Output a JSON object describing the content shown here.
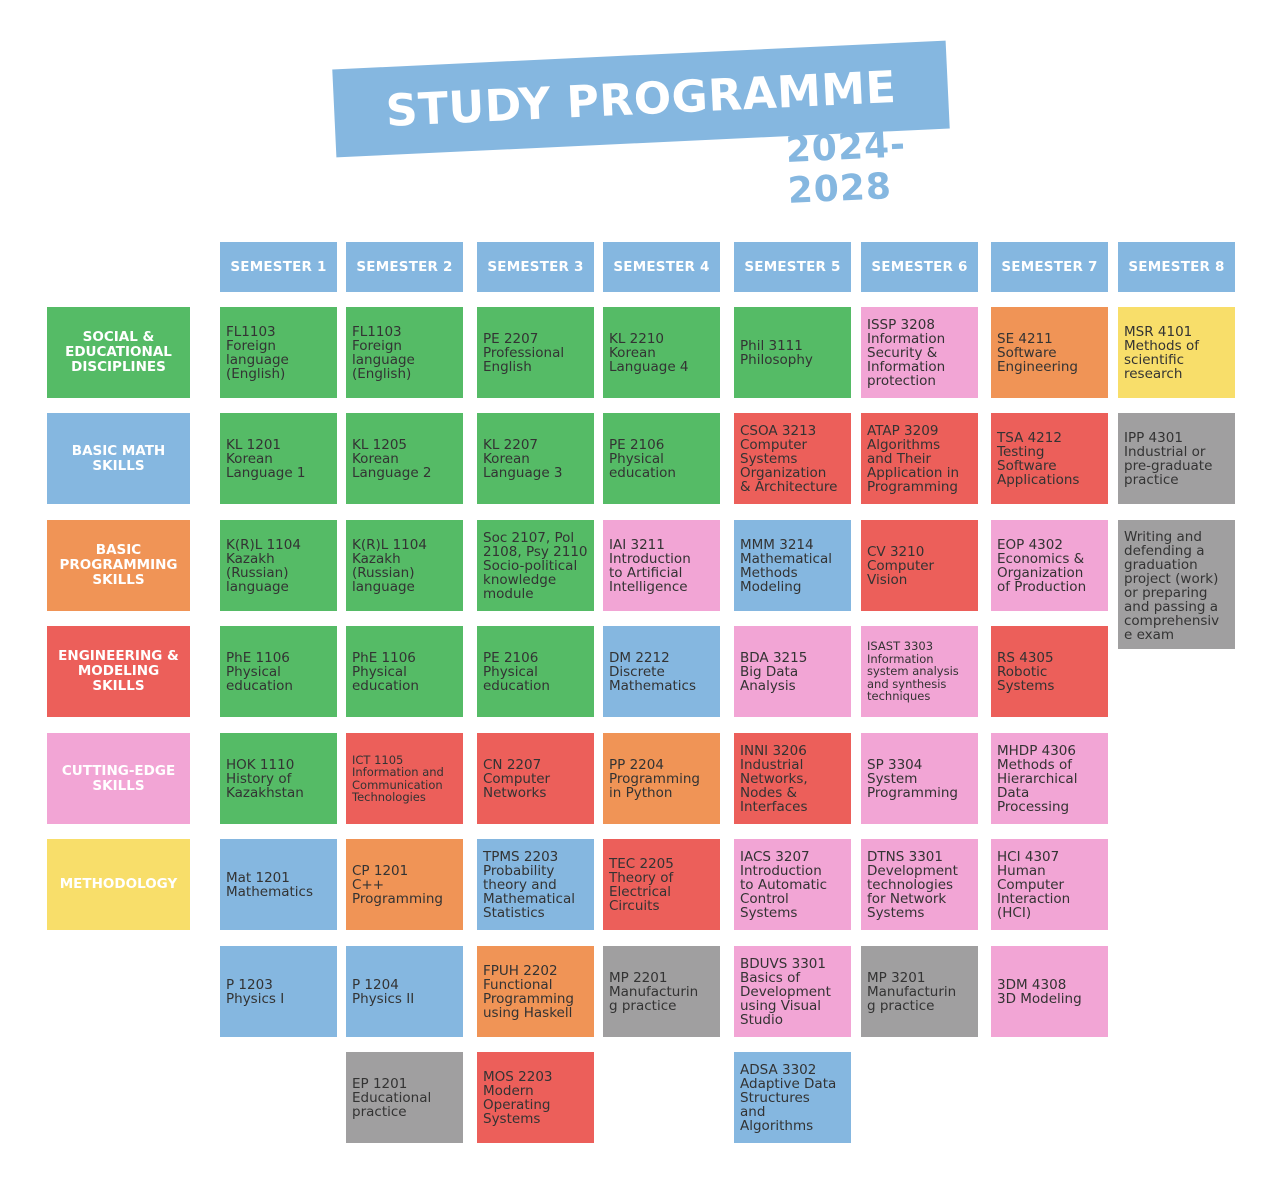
{
  "header": {
    "title": "STUDY PROGRAMME",
    "years": "2024-2028",
    "banner_color": "#85b7e0"
  },
  "colors": {
    "green": "#55bb66",
    "blue": "#85b7e0",
    "orange": "#f09456",
    "red": "#ec5f5a",
    "pink": "#f2a5d5",
    "yellow": "#f8de6a",
    "gray": "#a09fa0"
  },
  "semesters": [
    "SEMESTER 1",
    "SEMESTER 2",
    "SEMESTER 3",
    "SEMESTER 4",
    "SEMESTER 5",
    "SEMESTER 6",
    "SEMESTER 7",
    "SEMESTER 8"
  ],
  "categories": [
    {
      "label": "SOCIAL & EDUCATIONAL DISCIPLINES",
      "color": "green"
    },
    {
      "label": "BASIC MATH SKILLS",
      "color": "blue"
    },
    {
      "label": "BASIC PROGRAMMING SKILLS",
      "color": "orange"
    },
    {
      "label": "ENGINEERING & MODELING SKILLS",
      "color": "red"
    },
    {
      "label": "CUTTING-EDGE SKILLS",
      "color": "pink"
    },
    {
      "label": "METHODOLOGY",
      "color": "yellow"
    }
  ],
  "courses": [
    {
      "semester": 1,
      "row": 1,
      "text": "FL1103\nForeign\nlanguage\n(English)",
      "color": "green"
    },
    {
      "semester": 1,
      "row": 2,
      "text": "KL 1201\nKorean\nLanguage 1",
      "color": "green"
    },
    {
      "semester": 1,
      "row": 3,
      "text": "K(R)L 1104\nKazakh\n(Russian)\nlanguage",
      "color": "green"
    },
    {
      "semester": 1,
      "row": 4,
      "text": "PhE 1106\nPhysical\neducation",
      "color": "green"
    },
    {
      "semester": 1,
      "row": 5,
      "text": "HOK 1110\nHistory of\nKazakhstan",
      "color": "green"
    },
    {
      "semester": 1,
      "row": 6,
      "text": "Mat 1201\nMathematics",
      "color": "blue"
    },
    {
      "semester": 1,
      "row": 7,
      "text": "P 1203\nPhysics I",
      "color": "blue"
    },
    {
      "semester": 2,
      "row": 1,
      "text": "FL1103\nForeign\nlanguage\n(English)",
      "color": "green"
    },
    {
      "semester": 2,
      "row": 2,
      "text": "KL 1205\nKorean\nLanguage 2",
      "color": "green"
    },
    {
      "semester": 2,
      "row": 3,
      "text": "K(R)L 1104\nKazakh\n(Russian)\nlanguage",
      "color": "green"
    },
    {
      "semester": 2,
      "row": 4,
      "text": "PhE 1106\nPhysical\neducation",
      "color": "green"
    },
    {
      "semester": 2,
      "row": 5,
      "text": "ICT 1105\nInformation and\nCommunication\nTechnologies",
      "color": "red",
      "small": true
    },
    {
      "semester": 2,
      "row": 6,
      "text": "CP 1201\nC++\nProgramming",
      "color": "orange"
    },
    {
      "semester": 2,
      "row": 7,
      "text": "P 1204\nPhysics II",
      "color": "blue"
    },
    {
      "semester": 2,
      "row": 8,
      "text": "EP 1201\nEducational\npractice",
      "color": "gray"
    },
    {
      "semester": 3,
      "row": 1,
      "text": "PE 2207\nProfessional\nEnglish",
      "color": "green"
    },
    {
      "semester": 3,
      "row": 2,
      "text": "KL 2207\nKorean\nLanguage 3",
      "color": "green"
    },
    {
      "semester": 3,
      "row": 3,
      "text": "Soc 2107, Pol\n2108, Psy 2110\nSocio-political\nknowledge\nmodule",
      "color": "green"
    },
    {
      "semester": 3,
      "row": 4,
      "text": "PE 2106\nPhysical\neducation",
      "color": "green"
    },
    {
      "semester": 3,
      "row": 5,
      "text": "CN 2207\nComputer\nNetworks",
      "color": "red"
    },
    {
      "semester": 3,
      "row": 6,
      "text": "TPMS 2203\nProbability\ntheory and\nMathematical\nStatistics",
      "color": "blue"
    },
    {
      "semester": 3,
      "row": 7,
      "text": "FPUH 2202\nFunctional\nProgramming\nusing Haskell",
      "color": "orange"
    },
    {
      "semester": 3,
      "row": 8,
      "text": "MOS 2203\nModern\nOperating\nSystems",
      "color": "red"
    },
    {
      "semester": 4,
      "row": 1,
      "text": "KL 2210\nKorean\nLanguage 4",
      "color": "green"
    },
    {
      "semester": 4,
      "row": 2,
      "text": "PE 2106\nPhysical\neducation",
      "color": "green"
    },
    {
      "semester": 4,
      "row": 3,
      "text": "IAI 3211\nIntroduction\nto Artificial\nIntelligence",
      "color": "pink"
    },
    {
      "semester": 4,
      "row": 4,
      "text": "DM 2212\nDiscrete\nMathematics",
      "color": "blue"
    },
    {
      "semester": 4,
      "row": 5,
      "text": "PP 2204\nProgramming\nin Python",
      "color": "orange"
    },
    {
      "semester": 4,
      "row": 6,
      "text": "TEC 2205\nTheory of\nElectrical\nCircuits",
      "color": "red"
    },
    {
      "semester": 4,
      "row": 7,
      "text": "MP 2201\nManufacturin\ng practice",
      "color": "gray"
    },
    {
      "semester": 5,
      "row": 1,
      "text": "Phil 3111\nPhilosophy",
      "color": "green"
    },
    {
      "semester": 5,
      "row": 2,
      "text": "CSOA 3213\nComputer\nSystems\nOrganization\n& Architecture",
      "color": "red"
    },
    {
      "semester": 5,
      "row": 3,
      "text": "MMM 3214\nMathematical\nMethods\nModeling",
      "color": "blue"
    },
    {
      "semester": 5,
      "row": 4,
      "text": "BDA 3215\nBig Data\nAnalysis",
      "color": "pink"
    },
    {
      "semester": 5,
      "row": 5,
      "text": "INNI 3206\nIndustrial\nNetworks,\nNodes &\nInterfaces",
      "color": "red"
    },
    {
      "semester": 5,
      "row": 6,
      "text": "IACS 3207\nIntroduction\nto Automatic\nControl\nSystems",
      "color": "pink"
    },
    {
      "semester": 5,
      "row": 7,
      "text": "BDUVS 3301\nBasics of\nDevelopment\nusing Visual\nStudio",
      "color": "pink"
    },
    {
      "semester": 5,
      "row": 8,
      "text": "ADSA 3302\nAdaptive Data\nStructures\nand\nAlgorithms",
      "color": "blue"
    },
    {
      "semester": 6,
      "row": 1,
      "text": "ISSP 3208\nInformation\nSecurity &\nInformation\nprotection",
      "color": "pink"
    },
    {
      "semester": 6,
      "row": 2,
      "text": "ATAP 3209\nAlgorithms\nand Their\nApplication in\nProgramming",
      "color": "red"
    },
    {
      "semester": 6,
      "row": 3,
      "text": "CV 3210\nComputer\nVision",
      "color": "red"
    },
    {
      "semester": 6,
      "row": 4,
      "text": "ISAST 3303\nInformation\nsystem analysis\nand synthesis\ntechniques",
      "color": "pink",
      "small": true
    },
    {
      "semester": 6,
      "row": 5,
      "text": "SP 3304\nSystem\nProgramming",
      "color": "pink"
    },
    {
      "semester": 6,
      "row": 6,
      "text": "DTNS 3301\nDevelopment\ntechnologies\nfor Network\nSystems",
      "color": "pink"
    },
    {
      "semester": 6,
      "row": 7,
      "text": "MP 3201\nManufacturin\ng practice",
      "color": "gray"
    },
    {
      "semester": 7,
      "row": 1,
      "text": "SE 4211\nSoftware\nEngineering",
      "color": "orange"
    },
    {
      "semester": 7,
      "row": 2,
      "text": "TSA 4212\nTesting\nSoftware\nApplications",
      "color": "red"
    },
    {
      "semester": 7,
      "row": 3,
      "text": "EOP 4302\nEconomics &\nOrganization\nof Production",
      "color": "pink"
    },
    {
      "semester": 7,
      "row": 4,
      "text": "RS 4305\nRobotic\nSystems",
      "color": "red"
    },
    {
      "semester": 7,
      "row": 5,
      "text": "MHDP 4306\nMethods of\nHierarchical\nData\nProcessing",
      "color": "pink"
    },
    {
      "semester": 7,
      "row": 6,
      "text": "HCI 4307\nHuman\nComputer\nInteraction\n(HCI)",
      "color": "pink"
    },
    {
      "semester": 7,
      "row": 7,
      "text": "3DM 4308\n3D Modeling",
      "color": "pink"
    },
    {
      "semester": 8,
      "row": 1,
      "text": "MSR 4101\nMethods of\nscientific\nresearch",
      "color": "yellow"
    },
    {
      "semester": 8,
      "row": 2,
      "text": "IPP 4301\nIndustrial or\npre-graduate\npractice",
      "color": "gray"
    },
    {
      "semester": 8,
      "row": 3,
      "text": "Writing and\ndefending a\ngraduation\nproject (work)\nor preparing\nand passing a\ncomprehensiv\ne exam",
      "color": "gray",
      "tall": true
    }
  ]
}
